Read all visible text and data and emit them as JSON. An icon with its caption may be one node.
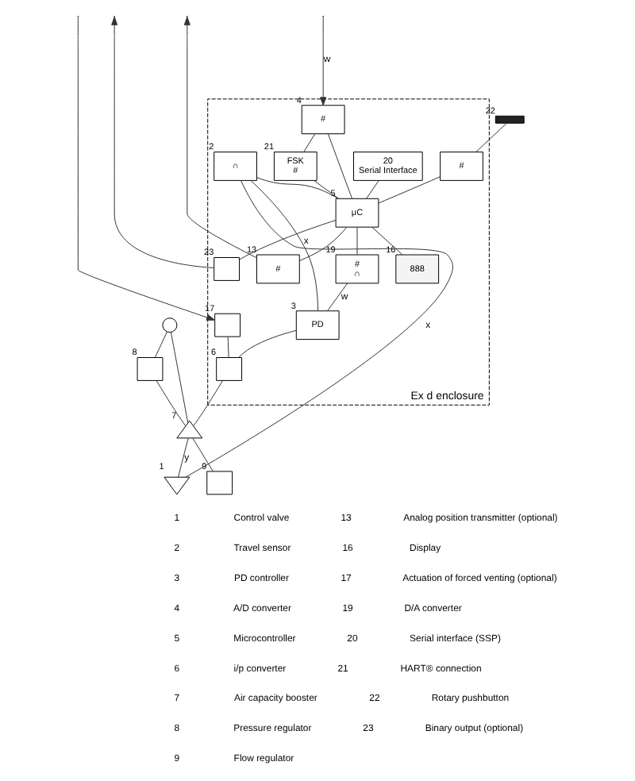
{
  "diagram": {
    "nodes": [
      {
        "text": [
          "Ex d enclosure"
        ]
      },
      {
        "text": [],
        "shape": "bar",
        "beside": [
          "22"
        ]
      },
      {
        "text": [
          "#"
        ],
        "in": 0
      },
      {
        "text": [
          "888"
        ],
        "beside": [
          "16"
        ],
        "in": 0
      },
      {
        "text": [
          "20",
          "Serial Interface"
        ],
        "in": 0
      },
      {
        "text": [
          "FSK",
          "#"
        ],
        "beside": [
          "21"
        ],
        "in": 0
      },
      {
        "text": [
          "#"
        ],
        "beside": [
          "4"
        ],
        "in": 0
      },
      {
        "text": [
          "μC"
        ],
        "beside": [
          "5"
        ],
        "in": 0
      },
      {
        "text": [
          "#",
          "∩"
        ],
        "beside": [
          "19"
        ],
        "in": 0
      },
      {
        "text": [
          "PD"
        ],
        "beside": [
          "3"
        ],
        "in": 0
      },
      {
        "text": [],
        "shape": "box",
        "beside": [
          "23"
        ],
        "in": 0
      },
      {
        "text": [
          "#"
        ],
        "beside": [
          "13"
        ],
        "in": 0
      },
      {
        "text": [],
        "shape": "box",
        "beside": [
          "17"
        ],
        "in": 0
      },
      {
        "text": [
          "∩"
        ],
        "beside": [
          "2"
        ],
        "in": 0
      },
      {
        "text": [],
        "shape": "box",
        "beside": [
          "6"
        ],
        "in": 0
      },
      {
        "text": [],
        "shape": "box",
        "beside": [
          "8"
        ]
      },
      {
        "text": [],
        "shape": "triangle",
        "beside": [
          "7"
        ]
      },
      {
        "text": [],
        "shape": "box",
        "beside": [
          "9"
        ]
      },
      {
        "text": [],
        "shape": "valve",
        "beside": [
          "1"
        ]
      },
      {
        "text": [],
        "shape": "circle"
      }
    ],
    "edges": [
      {
        "from": null,
        "to": 6,
        "arrow": "to",
        "label": "w"
      },
      {
        "from": 6,
        "to": 5,
        "arrow": "none"
      },
      {
        "from": 1,
        "to": 2,
        "arrow": "none"
      },
      {
        "from": 2,
        "to": 7,
        "arrow": "none"
      },
      {
        "from": 4,
        "to": 7,
        "arrow": "none"
      },
      {
        "from": 5,
        "to": 7,
        "arrow": "none"
      },
      {
        "from": 6,
        "to": 7,
        "arrow": "none"
      },
      {
        "from": 7,
        "to": 3,
        "arrow": "none"
      },
      {
        "from": 7,
        "to": 10,
        "arrow": "none"
      },
      {
        "from": 7,
        "to": 11,
        "arrow": "none"
      },
      {
        "from": 10,
        "to": null,
        "arrow": "to"
      },
      {
        "from": 11,
        "to": null,
        "arrow": "to"
      },
      {
        "from": 7,
        "to": 8,
        "arrow": "none"
      },
      {
        "from": 8,
        "to": 9,
        "arrow": "none",
        "label": "w"
      },
      {
        "from": 13,
        "to": 9,
        "arrow": "none",
        "label": "x"
      },
      {
        "from": 13,
        "to": 7,
        "arrow": "none"
      },
      {
        "from": 9,
        "to": 14,
        "arrow": "none"
      },
      {
        "from": null,
        "to": 12,
        "arrow": "to"
      },
      {
        "from": 12,
        "to": 14,
        "arrow": "none"
      },
      {
        "from": 14,
        "to": 16,
        "arrow": "none"
      },
      {
        "from": 19,
        "to": 15,
        "arrow": "none"
      },
      {
        "from": 15,
        "to": 16,
        "arrow": "none"
      },
      {
        "from": 19,
        "to": 16,
        "arrow": "none"
      },
      {
        "from": 16,
        "to": 17,
        "arrow": "none"
      },
      {
        "from": 16,
        "to": 18,
        "arrow": "none",
        "label": "y"
      },
      {
        "from": 18,
        "to": 13,
        "arrow": "none",
        "label": "x"
      }
    ],
    "labels": [
      "1",
      "Control valve",
      "13",
      "Analog position transmitter (optional)",
      "2",
      "Travel sensor",
      "16",
      "Display",
      "3",
      "PD controller",
      "17",
      "Actuation of forced venting (optional)",
      "4",
      "A/D converter",
      "19",
      "D/A converter",
      "5",
      "Microcontroller",
      "20",
      "Serial interface (SSP)",
      "6",
      "i/p converter",
      "21",
      "HART® connection",
      "7",
      "Air capacity booster",
      "22",
      "Rotary pushbutton",
      "8",
      "Pressure regulator",
      "23",
      "Binary output (optional)",
      "9",
      "Flow regulator"
    ]
  }
}
